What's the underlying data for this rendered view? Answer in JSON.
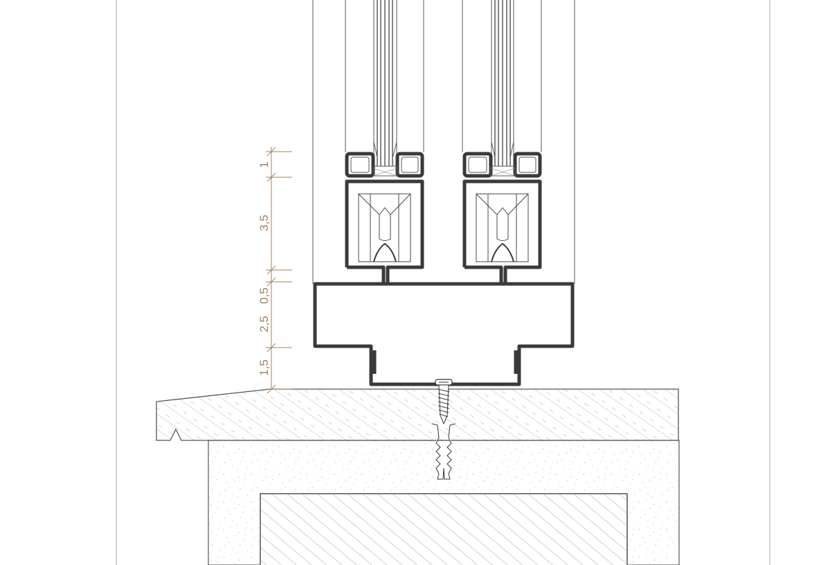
{
  "drawing": {
    "dimensions": [
      {
        "id": "dim-1",
        "label": "1"
      },
      {
        "id": "dim-3-5",
        "label": "3,5"
      },
      {
        "id": "dim-0-5",
        "label": "0,5"
      },
      {
        "id": "dim-2-5",
        "label": "2,5"
      },
      {
        "id": "dim-1-5",
        "label": "1,5"
      }
    ],
    "colors": {
      "dimension": "#a08060",
      "profile": "#3a3a3a",
      "hatch": "#777777",
      "speckle": "#999999"
    }
  }
}
